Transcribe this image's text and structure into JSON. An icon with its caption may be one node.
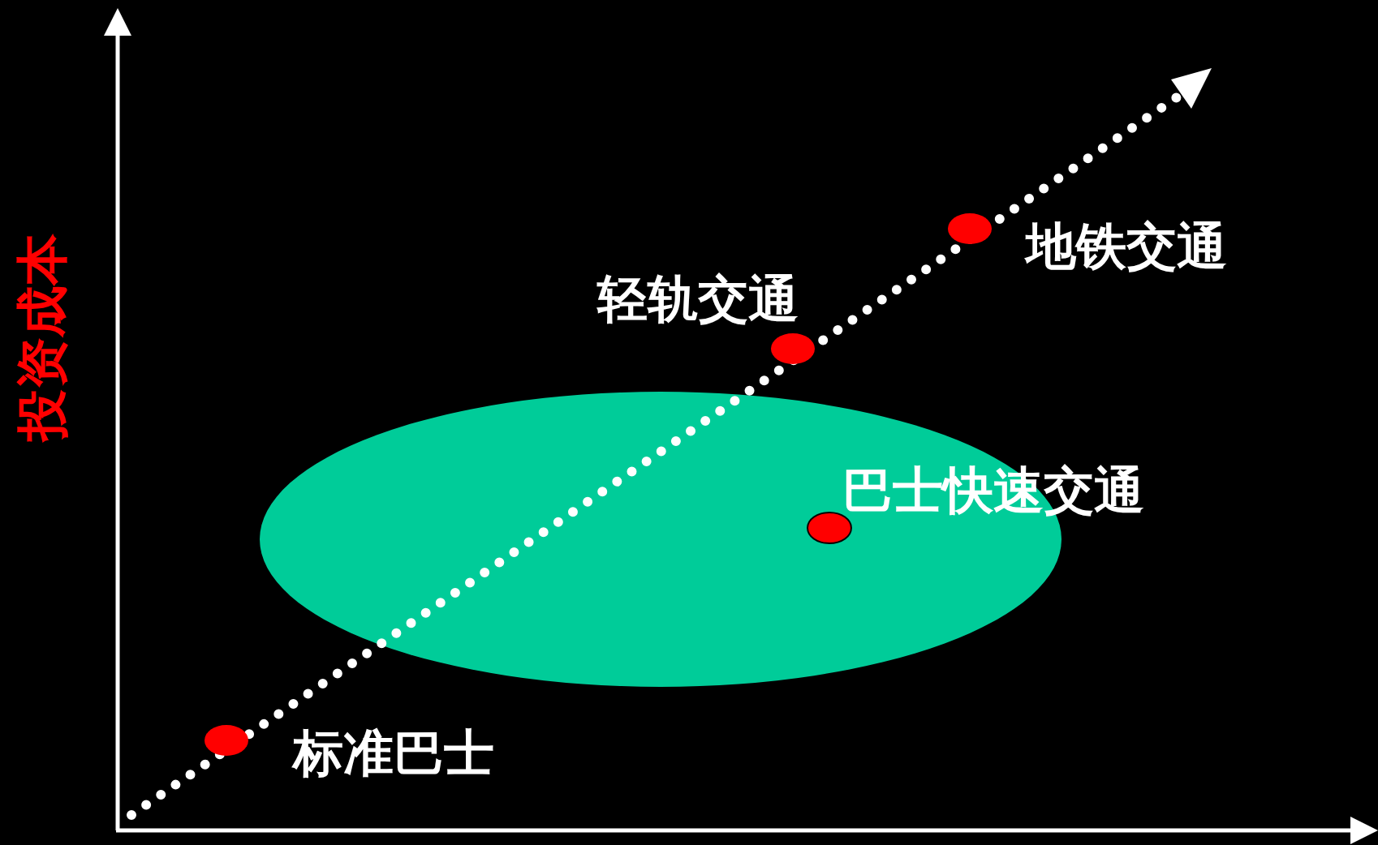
{
  "diagram": {
    "nodes": [
      {
        "text": [],
        "shape": "circle",
        "beside": [
          "标准巴士"
        ]
      },
      {
        "text": [],
        "shape": "ellipse"
      },
      {
        "text": [],
        "shape": "circle",
        "beside": [
          "巴士快速交通"
        ],
        "in": 1
      },
      {
        "text": [],
        "shape": "circle",
        "beside": [
          "轻轨交通"
        ]
      },
      {
        "text": [],
        "shape": "circle",
        "beside": [
          "地铁交通"
        ]
      }
    ],
    "labels": [
      "投资成本"
    ]
  }
}
